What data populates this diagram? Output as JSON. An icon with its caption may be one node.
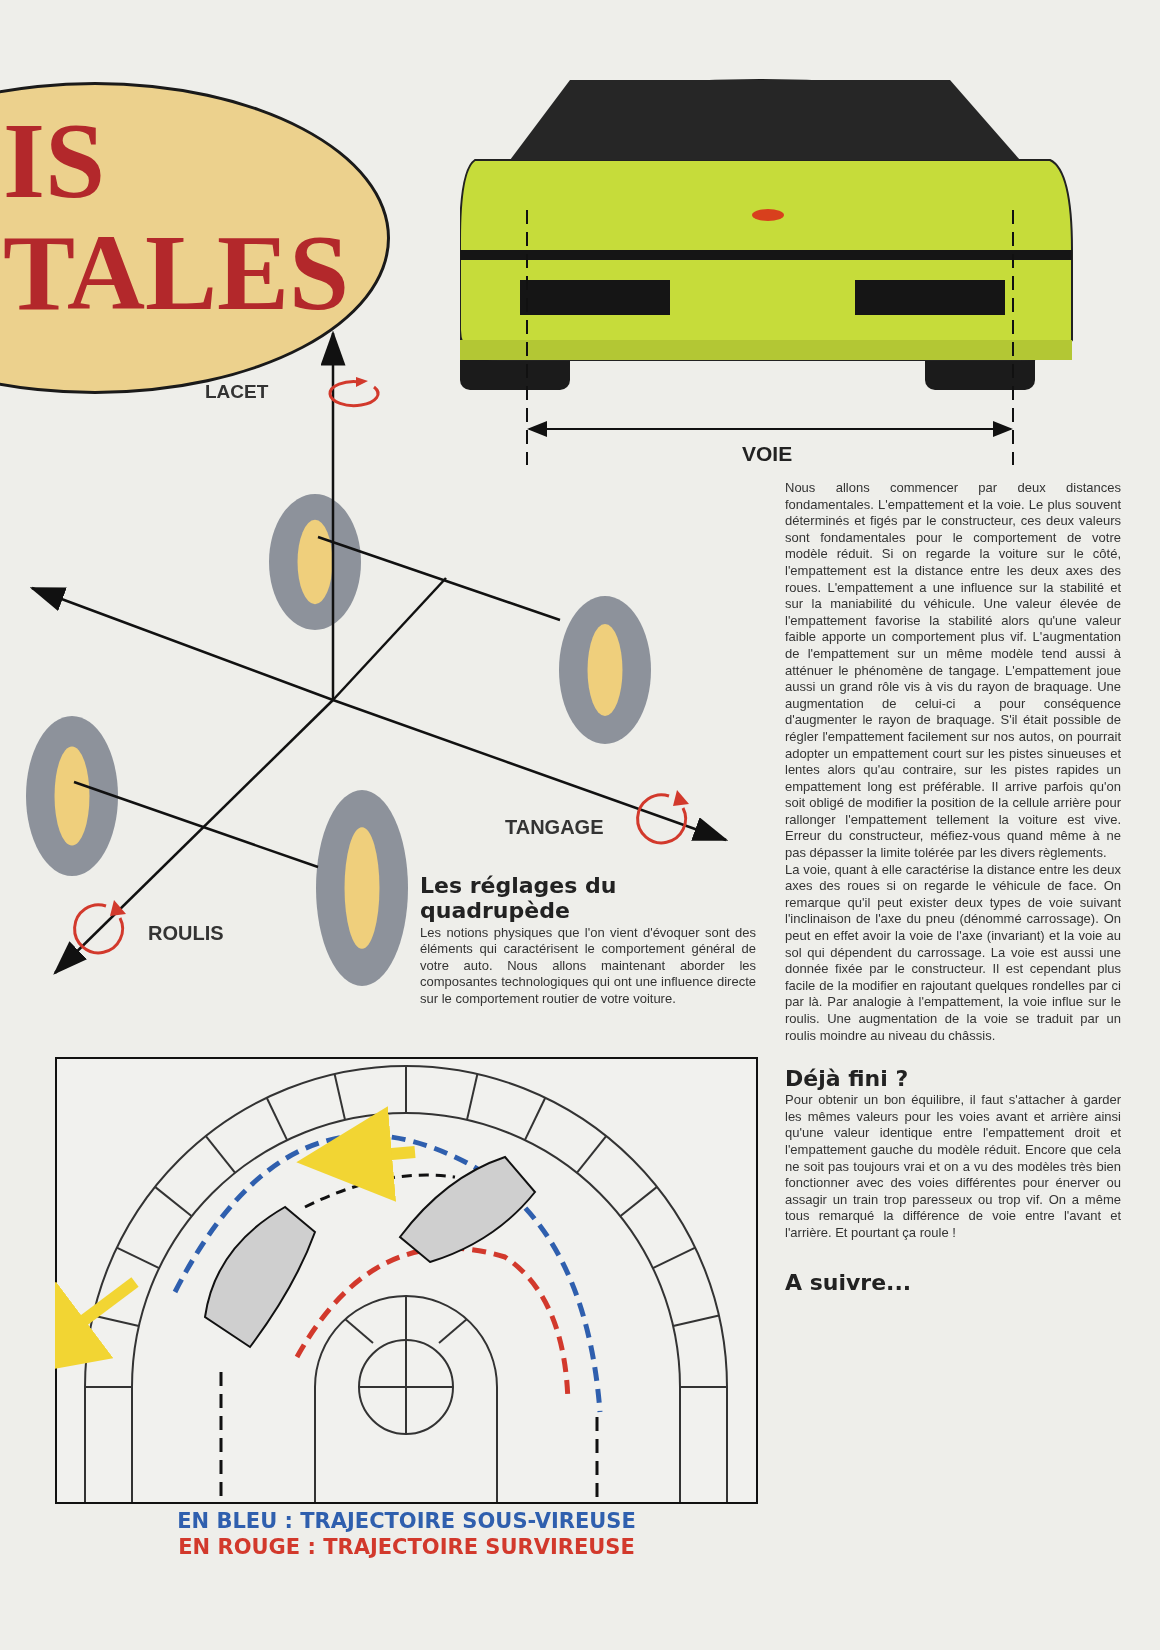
{
  "diagram": {
    "nodes": [
      {
        "text": [
          "IS",
          "TALES"
        ]
      }
    ],
    "labels": [
      "VOIE",
      "LACET",
      "TANGAGE",
      "ROULIS",
      "Les réglages du quadrupède",
      "Les notions physiques que l'on vient d'évoquer sont des éléments qui caractérisent le comportement général de votre auto. Nous allons maintenant aborder les composantes technologiques qui ont une influence directe sur le comportement routier de votre voiture.",
      "Nous allons commencer par deux distances fondamentales. L'empattement et la voie. Le plus souvent déterminés et figés par le constructeur, ces deux valeurs sont fondamentales pour le comportement de votre modèle réduit. Si on regarde la voiture sur le côté, l'empattement est la distance entre les deux axes des roues. L'empattement a une influence sur la stabilité et sur la maniabilité du véhicule. Une valeur élevée de l'empattement favorise la stabilité alors qu'une valeur faible apporte un comportement plus vif. L'augmentation de l'empattement sur un même modèle tend aussi à atténuer le phénomène de tangage. L'empattement joue aussi un grand rôle vis à vis du rayon de braquage. Une augmentation de celui-ci a pour conséquence d'augmenter le rayon de braquage. S'il était possible de régler l'empattement facilement sur nos autos, on pourrait adopter un empattement court sur les pistes sinueuses et lentes alors qu'au contraire, sur les pistes rapides un empattement long est préférable. Il arrive parfois qu'on soit obligé de modifier la position de la cellule arrière pour rallonger l'empattement tellement la voiture est vive. Erreur du constructeur, méfiez-vous quand même à ne pas dépasser la limite tolérée par les divers règlements.",
      "La voie, quant à elle caractérise la distance entre les deux axes des roues si on regarde le véhicule de face. On remarque qu'il peut exister deux types de voie suivant l'inclinaison de l'axe du pneu (dénommé carrossage). On peut en effet avoir la voie de l'axe (invariant) et la voie au sol qui dépendent du carrossage. La voie est aussi une donnée fixée par le constructeur. Il est cependant plus facile de la modifier en rajoutant quelques rondelles par ci par là. Par analogie à l'empattement, la voie influe sur le roulis. Une augmentation de la voie se traduit par un roulis moindre au niveau du châssis.",
      "Déjà fini ?",
      "Pour obtenir un bon équilibre, il faut s'attacher à garder les mêmes valeurs pour les voies avant et arrière ainsi qu'une valeur identique entre l'empattement droit et l'empattement gauche du modèle réduit. Encore que cela ne soit pas toujours vrai et on a vu des modèles très bien fonctionner avec des voies différentes pour énerver ou assagir un train trop paresseux ou trop vif. On a même tous remarqué la différence de voie entre l'avant et l'arrière. Et pourtant ça roule !",
      "A suivre..."
    ],
    "legend": [
      {
        "text": "EN BLEU : TRAJECTOIRE SOUS-VIREUSE",
        "color": "#2f5fae"
      },
      {
        "text": "EN ROUGE : TRAJECTOIRE SURVIREUSE",
        "color": "#d2392c"
      }
    ]
  }
}
